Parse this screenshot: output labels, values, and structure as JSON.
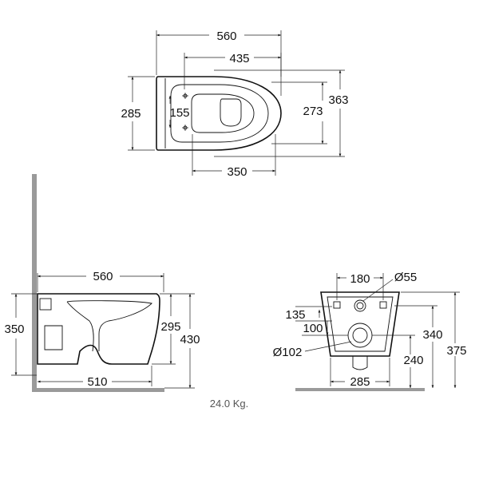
{
  "top_view": {
    "dims": {
      "overall_length": "560",
      "bowl_length": "435",
      "rear_width": "285",
      "fixing_spacing": "155",
      "inner_width": "273",
      "overall_width": "363",
      "front_depth": "350"
    }
  },
  "side_view": {
    "dims": {
      "length": "560",
      "height_floor": "350",
      "bowl_height": "295",
      "total_height": "430",
      "depth": "510"
    }
  },
  "back_view": {
    "dims": {
      "fixing_distance": "180",
      "waste_diameter": "Ø55",
      "height_135": "135",
      "height_100": "100",
      "pipe_diameter": "Ø102",
      "height_340": "340",
      "height_240": "240",
      "width": "285",
      "height_375": "375"
    }
  },
  "weight": "24.0 Kg.",
  "colors": {
    "line": "#111111",
    "floor": "#9a9a9a",
    "text": "#111111"
  }
}
